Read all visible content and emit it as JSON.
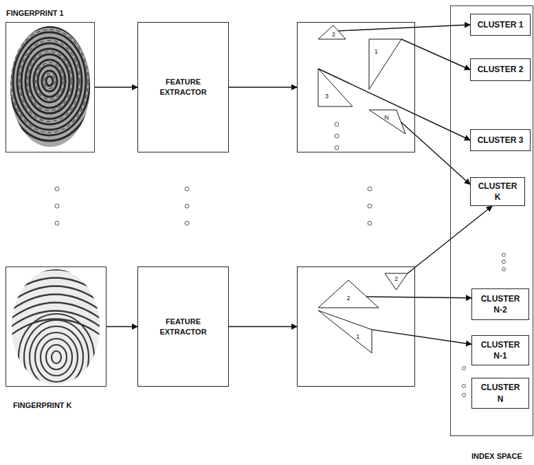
{
  "diagram": {
    "nodes": [
      {
        "text": [
          "FINGERPRINT 1"
        ]
      },
      {
        "text": [
          "FEATURE EXTRACTOR"
        ]
      },
      {
        "text": []
      },
      {
        "text": [
          "2"
        ],
        "in": 2
      },
      {
        "text": [
          "1"
        ],
        "in": 2
      },
      {
        "text": [
          "3"
        ],
        "in": 2
      },
      {
        "text": [
          "N"
        ],
        "in": 2
      },
      {
        "text": [
          "INDEX SPACE"
        ]
      },
      {
        "text": [
          "CLUSTER 1"
        ],
        "in": 7
      },
      {
        "text": [
          "CLUSTER 2"
        ],
        "in": 7
      },
      {
        "text": [
          "CLUSTER 3"
        ],
        "in": 7
      },
      {
        "text": [
          "CLUSTER K"
        ],
        "in": 7
      },
      {
        "text": [
          "CLUSTER N-2"
        ],
        "in": 7
      },
      {
        "text": [
          "CLUSTER N-1"
        ],
        "in": 7
      },
      {
        "text": [
          "CLUSTER N"
        ],
        "in": 7
      },
      {
        "text": [
          "FINGERPRINT K"
        ]
      },
      {
        "text": [
          "FEATURE EXTRACTOR"
        ]
      },
      {
        "text": []
      },
      {
        "text": [
          "2"
        ],
        "in": 17
      },
      {
        "text": [
          "2"
        ],
        "in": 17
      },
      {
        "text": [
          "1"
        ],
        "in": 17
      }
    ],
    "edges": [
      {
        "from": 0,
        "to": 1,
        "arrow": "to"
      },
      {
        "from": 1,
        "to": 2,
        "arrow": "to"
      },
      {
        "from": 3,
        "to": 8,
        "arrow": "to"
      },
      {
        "from": 4,
        "to": 9,
        "arrow": "to"
      },
      {
        "from": 5,
        "to": 10,
        "arrow": "to"
      },
      {
        "from": 6,
        "to": 11,
        "arrow": "to"
      },
      {
        "from": 15,
        "to": 16,
        "arrow": "to"
      },
      {
        "from": 16,
        "to": 17,
        "arrow": "to"
      },
      {
        "from": 19,
        "to": 11,
        "arrow": "to"
      },
      {
        "from": 18,
        "to": 12,
        "arrow": "to"
      },
      {
        "from": 20,
        "to": 13,
        "arrow": "to"
      }
    ]
  }
}
